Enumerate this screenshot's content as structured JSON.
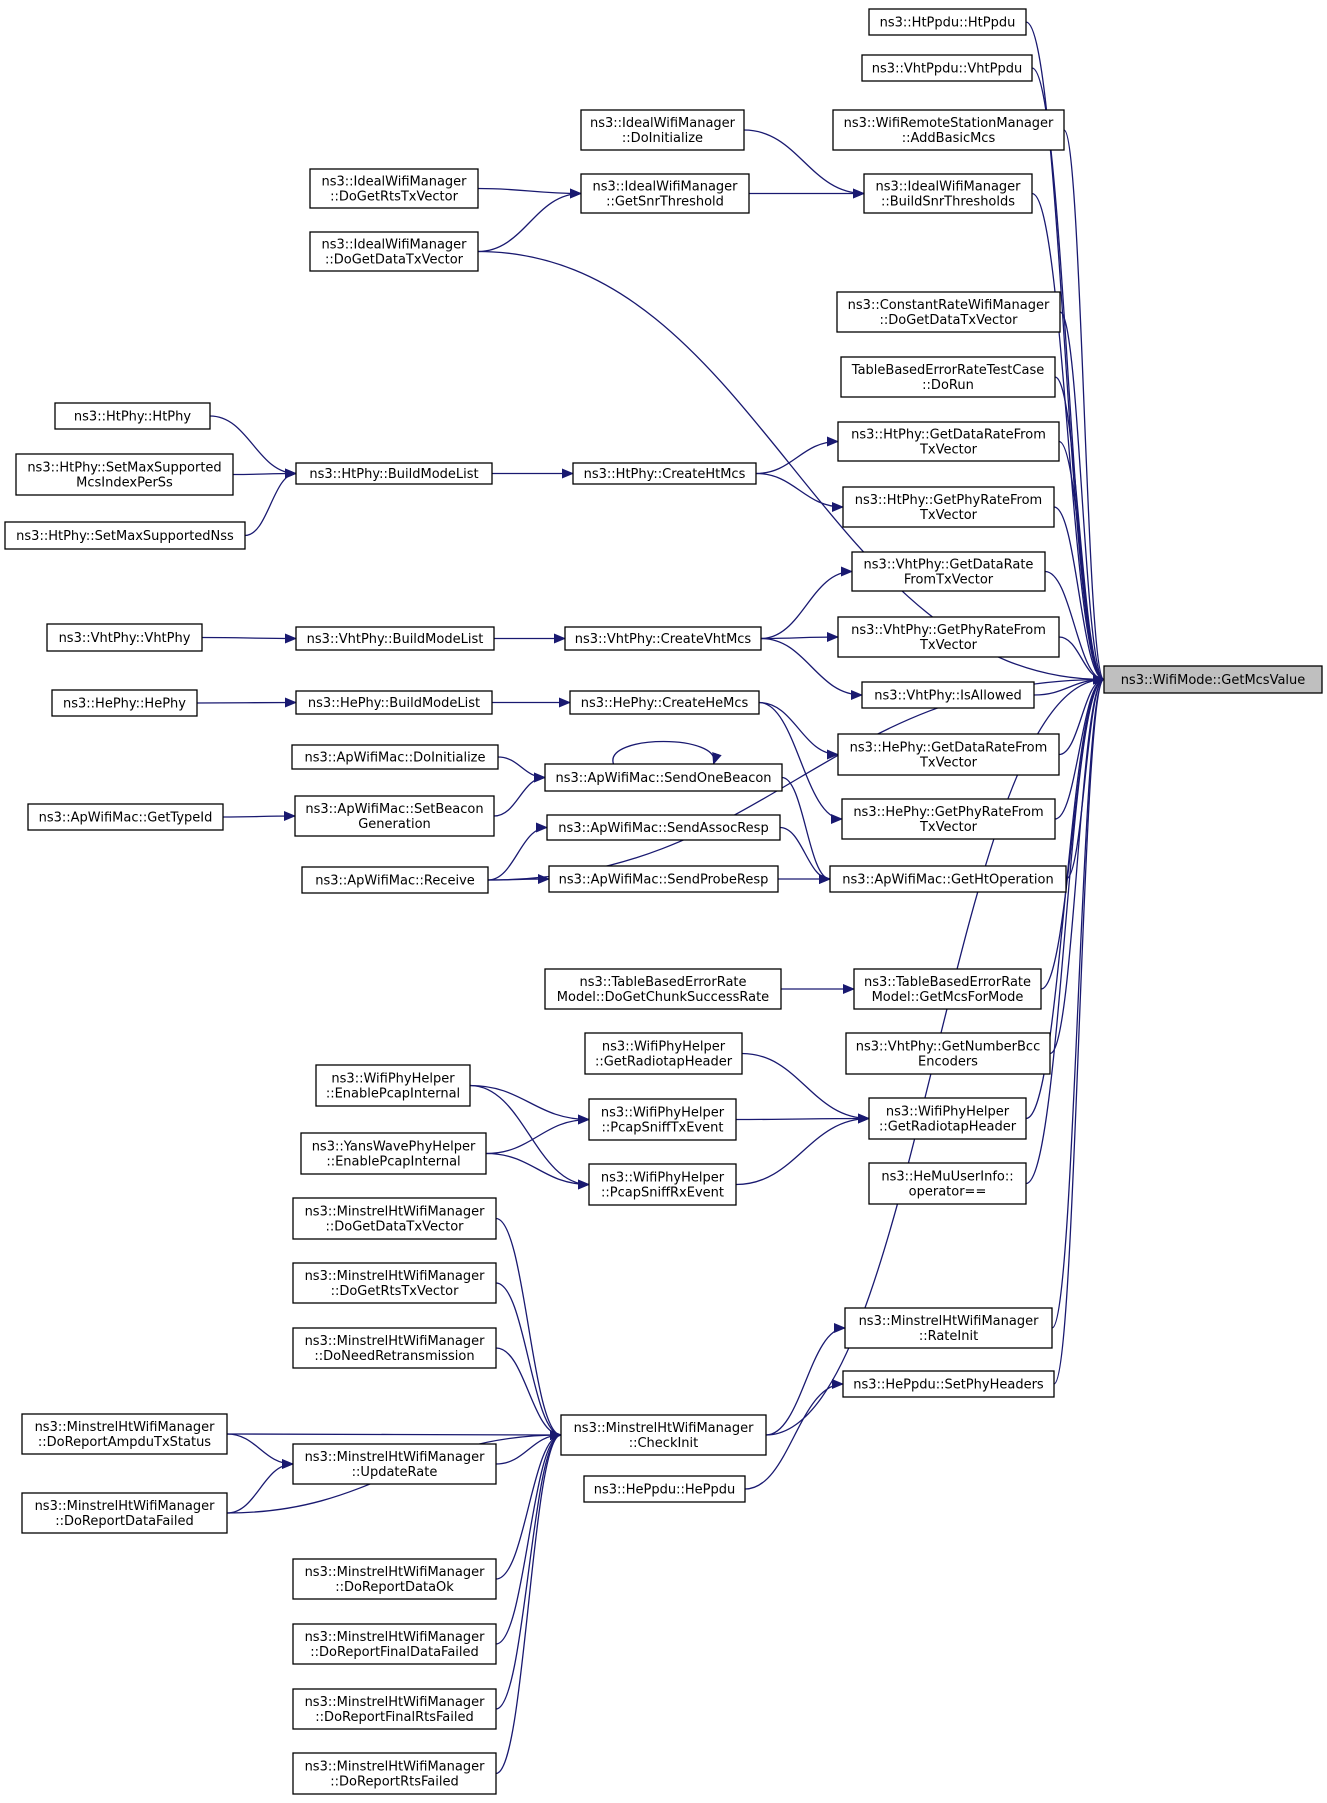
{
  "graph": {
    "focus_node": "ns3::WifiMode::GetMcsValue",
    "colors": {
      "edge": "#191970",
      "node_border": "#000000",
      "focus_fill": "#bfbfbf",
      "node_fill": "#ffffff"
    },
    "nodes": [
      {
        "id": "focus",
        "lines": [
          "ns3::WifiMode::GetMcsValue"
        ]
      },
      {
        "id": "htppdu",
        "lines": [
          "ns3::HtPpdu::HtPpdu"
        ]
      },
      {
        "id": "vhtppdu",
        "lines": [
          "ns3::VhtPpdu::VhtPpdu"
        ]
      },
      {
        "id": "addbasicmcs",
        "lines": [
          "ns3::WifiRemoteStationManager",
          "::AddBasicMcs"
        ]
      },
      {
        "id": "ideal_doinit",
        "lines": [
          "ns3::IdealWifiManager",
          "::DoInitialize"
        ]
      },
      {
        "id": "ideal_build",
        "lines": [
          "ns3::IdealWifiManager",
          "::BuildSnrThresholds"
        ]
      },
      {
        "id": "ideal_getsnr",
        "lines": [
          "ns3::IdealWifiManager",
          "::GetSnrThreshold"
        ]
      },
      {
        "id": "ideal_rts",
        "lines": [
          "ns3::IdealWifiManager",
          "::DoGetRtsTxVector"
        ]
      },
      {
        "id": "ideal_data",
        "lines": [
          "ns3::IdealWifiManager",
          "::DoGetDataTxVector"
        ]
      },
      {
        "id": "constrate",
        "lines": [
          "ns3::ConstantRateWifiManager",
          "::DoGetDataTxVector"
        ]
      },
      {
        "id": "tber_test",
        "lines": [
          "TableBasedErrorRateTestCase",
          "::DoRun"
        ]
      },
      {
        "id": "htphy_datarate",
        "lines": [
          "ns3::HtPhy::GetDataRateFrom",
          "TxVector"
        ]
      },
      {
        "id": "htphy_phyrate",
        "lines": [
          "ns3::HtPhy::GetPhyRateFrom",
          "TxVector"
        ]
      },
      {
        "id": "htphy_createmcs",
        "lines": [
          "ns3::HtPhy::CreateHtMcs"
        ]
      },
      {
        "id": "htphy_build",
        "lines": [
          "ns3::HtPhy::BuildModeList"
        ]
      },
      {
        "id": "htphy_htphy",
        "lines": [
          "ns3::HtPhy::HtPhy"
        ]
      },
      {
        "id": "htphy_setmaxmcs",
        "lines": [
          "ns3::HtPhy::SetMaxSupported",
          "McsIndexPerSs"
        ]
      },
      {
        "id": "htphy_setmaxnss",
        "lines": [
          "ns3::HtPhy::SetMaxSupportedNss"
        ]
      },
      {
        "id": "vhtphy_datarate",
        "lines": [
          "ns3::VhtPhy::GetDataRate",
          "FromTxVector"
        ]
      },
      {
        "id": "vhtphy_phyrate",
        "lines": [
          "ns3::VhtPhy::GetPhyRateFrom",
          "TxVector"
        ]
      },
      {
        "id": "vhtphy_isallowed",
        "lines": [
          "ns3::VhtPhy::IsAllowed"
        ]
      },
      {
        "id": "vhtphy_createmcs",
        "lines": [
          "ns3::VhtPhy::CreateVhtMcs"
        ]
      },
      {
        "id": "vhtphy_build",
        "lines": [
          "ns3::VhtPhy::BuildModeList"
        ]
      },
      {
        "id": "vhtphy_vhtphy",
        "lines": [
          "ns3::VhtPhy::VhtPhy"
        ]
      },
      {
        "id": "hephy_createmcs",
        "lines": [
          "ns3::HePhy::CreateHeMcs"
        ]
      },
      {
        "id": "hephy_build",
        "lines": [
          "ns3::HePhy::BuildModeList"
        ]
      },
      {
        "id": "hephy_hephy",
        "lines": [
          "ns3::HePhy::HePhy"
        ]
      },
      {
        "id": "hephy_datarate",
        "lines": [
          "ns3::HePhy::GetDataRateFrom",
          "TxVector"
        ]
      },
      {
        "id": "hephy_phyrate",
        "lines": [
          "ns3::HePhy::GetPhyRateFrom",
          "TxVector"
        ]
      },
      {
        "id": "ap_doinit",
        "lines": [
          "ns3::ApWifiMac::DoInitialize"
        ]
      },
      {
        "id": "ap_sendbeacon",
        "lines": [
          "ns3::ApWifiMac::SendOneBeacon"
        ]
      },
      {
        "id": "ap_setbeacon",
        "lines": [
          "ns3::ApWifiMac::SetBeacon",
          "Generation"
        ]
      },
      {
        "id": "ap_gettypeid",
        "lines": [
          "ns3::ApWifiMac::GetTypeId"
        ]
      },
      {
        "id": "ap_assocresp",
        "lines": [
          "ns3::ApWifiMac::SendAssocResp"
        ]
      },
      {
        "id": "ap_receive",
        "lines": [
          "ns3::ApWifiMac::Receive"
        ]
      },
      {
        "id": "ap_proberesp",
        "lines": [
          "ns3::ApWifiMac::SendProbeResp"
        ]
      },
      {
        "id": "ap_htop",
        "lines": [
          "ns3::ApWifiMac::GetHtOperation"
        ]
      },
      {
        "id": "tber_chunk",
        "lines": [
          "ns3::TableBasedErrorRate",
          "Model::DoGetChunkSuccessRate"
        ]
      },
      {
        "id": "tber_getmcs",
        "lines": [
          "ns3::TableBasedErrorRate",
          "Model::GetMcsForMode"
        ]
      },
      {
        "id": "vhtphy_bcc",
        "lines": [
          "ns3::VhtPhy::GetNumberBcc",
          "Encoders"
        ]
      },
      {
        "id": "wph_radiotap_a",
        "lines": [
          "ns3::WifiPhyHelper",
          "::GetRadiotapHeader"
        ]
      },
      {
        "id": "wph_radiotap_b",
        "lines": [
          "ns3::WifiPhyHelper",
          "::GetRadiotapHeader"
        ]
      },
      {
        "id": "wph_enablepcap",
        "lines": [
          "ns3::WifiPhyHelper",
          "::EnablePcapInternal"
        ]
      },
      {
        "id": "wph_sniffrx_tx",
        "lines": [
          "ns3::WifiPhyHelper",
          "::PcapSniffTxEvent"
        ]
      },
      {
        "id": "yans_enablepcap",
        "lines": [
          "ns3::YansWavePhyHelper",
          "::EnablePcapInternal"
        ]
      },
      {
        "id": "wph_sniffrx",
        "lines": [
          "ns3::WifiPhyHelper",
          "::PcapSniffRxEvent"
        ]
      },
      {
        "id": "hemu_op",
        "lines": [
          "ns3::HeMuUserInfo::",
          "operator=="
        ]
      },
      {
        "id": "mht_rateinit",
        "lines": [
          "ns3::MinstrelHtWifiManager",
          "::RateInit"
        ]
      },
      {
        "id": "heppdu_setphy",
        "lines": [
          "ns3::HePpdu::SetPhyHeaders"
        ]
      },
      {
        "id": "heppdu_heppdu",
        "lines": [
          "ns3::HePpdu::HePpdu"
        ]
      },
      {
        "id": "mht_checkinit",
        "lines": [
          "ns3::MinstrelHtWifiManager",
          "::CheckInit"
        ]
      },
      {
        "id": "mht_getdata",
        "lines": [
          "ns3::MinstrelHtWifiManager",
          "::DoGetDataTxVector"
        ]
      },
      {
        "id": "mht_getrts",
        "lines": [
          "ns3::MinstrelHtWifiManager",
          "::DoGetRtsTxVector"
        ]
      },
      {
        "id": "mht_needretx",
        "lines": [
          "ns3::MinstrelHtWifiManager",
          "::DoNeedRetransmission"
        ]
      },
      {
        "id": "mht_ampdu",
        "lines": [
          "ns3::MinstrelHtWifiManager",
          "::DoReportAmpduTxStatus"
        ]
      },
      {
        "id": "mht_updaterate",
        "lines": [
          "ns3::MinstrelHtWifiManager",
          "::UpdateRate"
        ]
      },
      {
        "id": "mht_datafailed",
        "lines": [
          "ns3::MinstrelHtWifiManager",
          "::DoReportDataFailed"
        ]
      },
      {
        "id": "mht_dataok",
        "lines": [
          "ns3::MinstrelHtWifiManager",
          "::DoReportDataOk"
        ]
      },
      {
        "id": "mht_finaldata",
        "lines": [
          "ns3::MinstrelHtWifiManager",
          "::DoReportFinalDataFailed"
        ]
      },
      {
        "id": "mht_finalrts",
        "lines": [
          "ns3::MinstrelHtWifiManager",
          "::DoReportFinalRtsFailed"
        ]
      },
      {
        "id": "mht_rtsfailed",
        "lines": [
          "ns3::MinstrelHtWifiManager",
          "::DoReportRtsFailed"
        ]
      }
    ],
    "edges": [
      {
        "from": "htppdu",
        "to": "focus"
      },
      {
        "from": "vhtppdu",
        "to": "focus"
      },
      {
        "from": "addbasicmcs",
        "to": "focus"
      },
      {
        "from": "ideal_build",
        "to": "focus"
      },
      {
        "from": "ideal_data",
        "to": "focus"
      },
      {
        "from": "constrate",
        "to": "focus"
      },
      {
        "from": "tber_test",
        "to": "focus"
      },
      {
        "from": "htphy_datarate",
        "to": "focus"
      },
      {
        "from": "htphy_phyrate",
        "to": "focus"
      },
      {
        "from": "vhtphy_datarate",
        "to": "focus"
      },
      {
        "from": "vhtphy_phyrate",
        "to": "focus"
      },
      {
        "from": "vhtphy_isallowed",
        "to": "focus"
      },
      {
        "from": "hephy_datarate",
        "to": "focus"
      },
      {
        "from": "hephy_phyrate",
        "to": "focus"
      },
      {
        "from": "ap_htop",
        "to": "focus"
      },
      {
        "from": "ap_receive",
        "to": "focus"
      },
      {
        "from": "tber_getmcs",
        "to": "focus"
      },
      {
        "from": "vhtphy_bcc",
        "to": "focus"
      },
      {
        "from": "wph_radiotap_b",
        "to": "focus"
      },
      {
        "from": "hemu_op",
        "to": "focus"
      },
      {
        "from": "mht_rateinit",
        "to": "focus"
      },
      {
        "from": "heppdu_setphy",
        "to": "focus"
      },
      {
        "from": "mht_checkinit",
        "to": "focus"
      },
      {
        "from": "ideal_doinit",
        "to": "ideal_build"
      },
      {
        "from": "ideal_getsnr",
        "to": "ideal_build"
      },
      {
        "from": "ideal_rts",
        "to": "ideal_getsnr"
      },
      {
        "from": "ideal_data",
        "to": "ideal_getsnr"
      },
      {
        "from": "htphy_createmcs",
        "to": "htphy_datarate"
      },
      {
        "from": "htphy_createmcs",
        "to": "htphy_phyrate"
      },
      {
        "from": "htphy_build",
        "to": "htphy_createmcs"
      },
      {
        "from": "htphy_htphy",
        "to": "htphy_build"
      },
      {
        "from": "htphy_setmaxmcs",
        "to": "htphy_build"
      },
      {
        "from": "htphy_setmaxnss",
        "to": "htphy_build"
      },
      {
        "from": "vhtphy_createmcs",
        "to": "vhtphy_datarate"
      },
      {
        "from": "vhtphy_createmcs",
        "to": "vhtphy_phyrate"
      },
      {
        "from": "vhtphy_createmcs",
        "to": "vhtphy_isallowed"
      },
      {
        "from": "vhtphy_build",
        "to": "vhtphy_createmcs"
      },
      {
        "from": "vhtphy_vhtphy",
        "to": "vhtphy_build"
      },
      {
        "from": "hephy_createmcs",
        "to": "hephy_datarate"
      },
      {
        "from": "hephy_createmcs",
        "to": "hephy_phyrate"
      },
      {
        "from": "hephy_build",
        "to": "hephy_createmcs"
      },
      {
        "from": "hephy_hephy",
        "to": "hephy_build"
      },
      {
        "from": "ap_sendbeacon",
        "to": "ap_htop"
      },
      {
        "from": "ap_sendbeacon",
        "to": "ap_sendbeacon"
      },
      {
        "from": "ap_doinit",
        "to": "ap_sendbeacon"
      },
      {
        "from": "ap_setbeacon",
        "to": "ap_sendbeacon"
      },
      {
        "from": "ap_gettypeid",
        "to": "ap_setbeacon"
      },
      {
        "from": "ap_assocresp",
        "to": "ap_htop"
      },
      {
        "from": "ap_proberesp",
        "to": "ap_htop"
      },
      {
        "from": "ap_receive",
        "to": "ap_assocresp"
      },
      {
        "from": "ap_receive",
        "to": "ap_proberesp"
      },
      {
        "from": "tber_chunk",
        "to": "tber_getmcs"
      },
      {
        "from": "wph_radiotap_a",
        "to": "wph_radiotap_b"
      },
      {
        "from": "wph_sniffrx_tx",
        "to": "wph_radiotap_b"
      },
      {
        "from": "wph_sniffrx",
        "to": "wph_radiotap_b"
      },
      {
        "from": "wph_enablepcap",
        "to": "wph_sniffrx_tx"
      },
      {
        "from": "wph_enablepcap",
        "to": "wph_sniffrx"
      },
      {
        "from": "yans_enablepcap",
        "to": "wph_sniffrx_tx"
      },
      {
        "from": "yans_enablepcap",
        "to": "wph_sniffrx"
      },
      {
        "from": "mht_checkinit",
        "to": "mht_rateinit"
      },
      {
        "from": "heppdu_heppdu",
        "to": "heppdu_setphy"
      },
      {
        "from": "mht_getdata",
        "to": "mht_checkinit"
      },
      {
        "from": "mht_getrts",
        "to": "mht_checkinit"
      },
      {
        "from": "mht_needretx",
        "to": "mht_checkinit"
      },
      {
        "from": "mht_ampdu",
        "to": "mht_checkinit"
      },
      {
        "from": "mht_ampdu",
        "to": "mht_updaterate"
      },
      {
        "from": "mht_updaterate",
        "to": "mht_checkinit"
      },
      {
        "from": "mht_datafailed",
        "to": "mht_updaterate"
      },
      {
        "from": "mht_datafailed",
        "to": "mht_checkinit"
      },
      {
        "from": "mht_dataok",
        "to": "mht_checkinit"
      },
      {
        "from": "mht_finaldata",
        "to": "mht_checkinit"
      },
      {
        "from": "mht_finalrts",
        "to": "mht_checkinit"
      },
      {
        "from": "mht_rtsfailed",
        "to": "mht_checkinit"
      }
    ]
  }
}
